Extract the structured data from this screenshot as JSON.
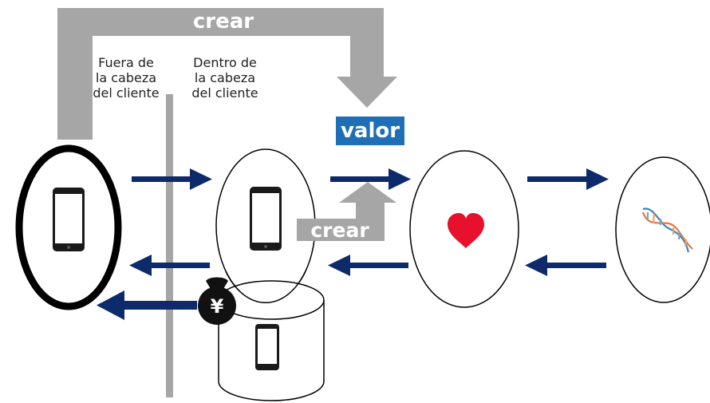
{
  "labels": {
    "crear_top": "crear",
    "crear_mid": "crear",
    "valor": "valor",
    "fuera": "Fuera de\nla cabeza\ndel cliente",
    "dentro": "Dentro de\nla cabeza\ndel cliente"
  },
  "colors": {
    "arrow_navy": "#0d2a6b",
    "gray": "#a6a6a6",
    "valor_bg": "#1f6fb6",
    "heart": "#e8112d"
  },
  "icons": [
    "smartphone-icon",
    "heart-icon",
    "dna-icon",
    "money-bag-yen-icon"
  ]
}
